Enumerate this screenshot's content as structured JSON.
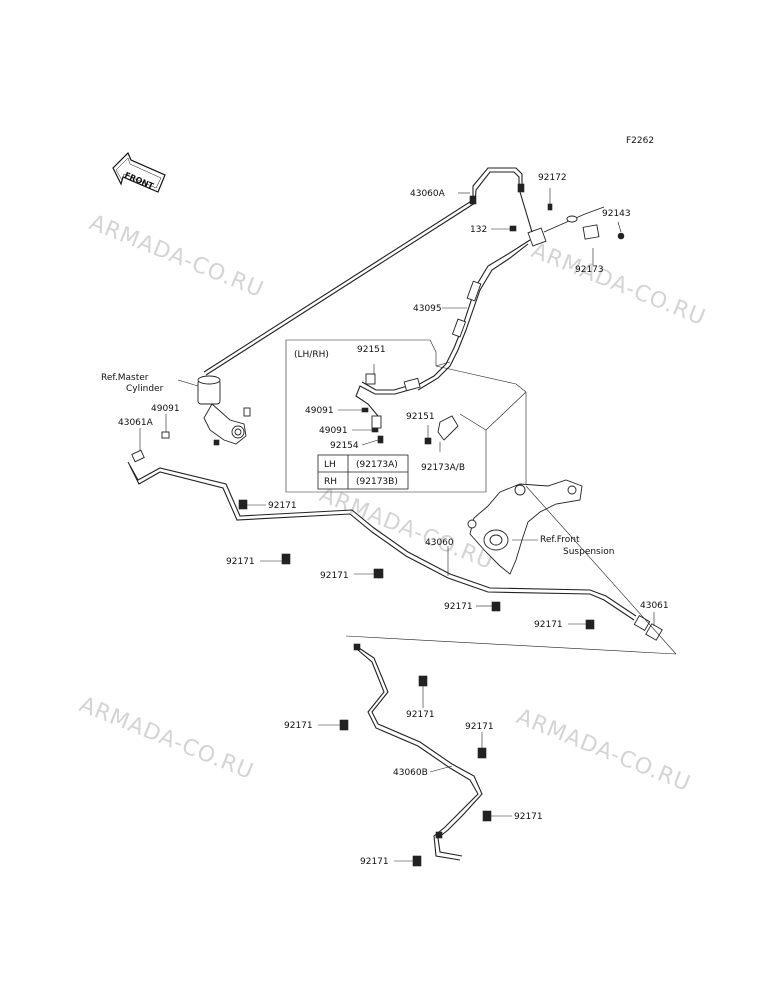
{
  "figure_code": "F2262",
  "front_label": "FRONT",
  "watermark": "ARMADA-CO.RU",
  "variant_box": {
    "title": "(LH/RH)",
    "table": [
      {
        "side": "LH",
        "part": "(92173A)"
      },
      {
        "side": "RH",
        "part": "(92173B)"
      }
    ]
  },
  "labels": {
    "p43060A": "43060A",
    "p92172": "92172",
    "p92143": "92143",
    "p132": "132",
    "p92173": "92173",
    "p43095": "43095",
    "p92151a": "92151",
    "p49091a": "49091",
    "p49091b": "49091",
    "p92154": "92154",
    "p92151b": "92151",
    "p92173AB": "92173A/B",
    "ref_master_1": "Ref.Master",
    "ref_master_2": "Cylinder",
    "p49091c": "49091",
    "p43061A": "43061A",
    "p92171a": "92171",
    "ref_front_1": "Ref.Front",
    "ref_front_2": "Suspension",
    "p43060": "43060",
    "p92171b": "92171",
    "p92171c": "92171",
    "p92171d": "92171",
    "p43061": "43061",
    "p92171e": "92171",
    "p92171f": "92171",
    "p92171g": "92171",
    "p92171h": "92171",
    "p43060B": "43060B",
    "p92171i": "92171",
    "p92171j": "92171"
  }
}
